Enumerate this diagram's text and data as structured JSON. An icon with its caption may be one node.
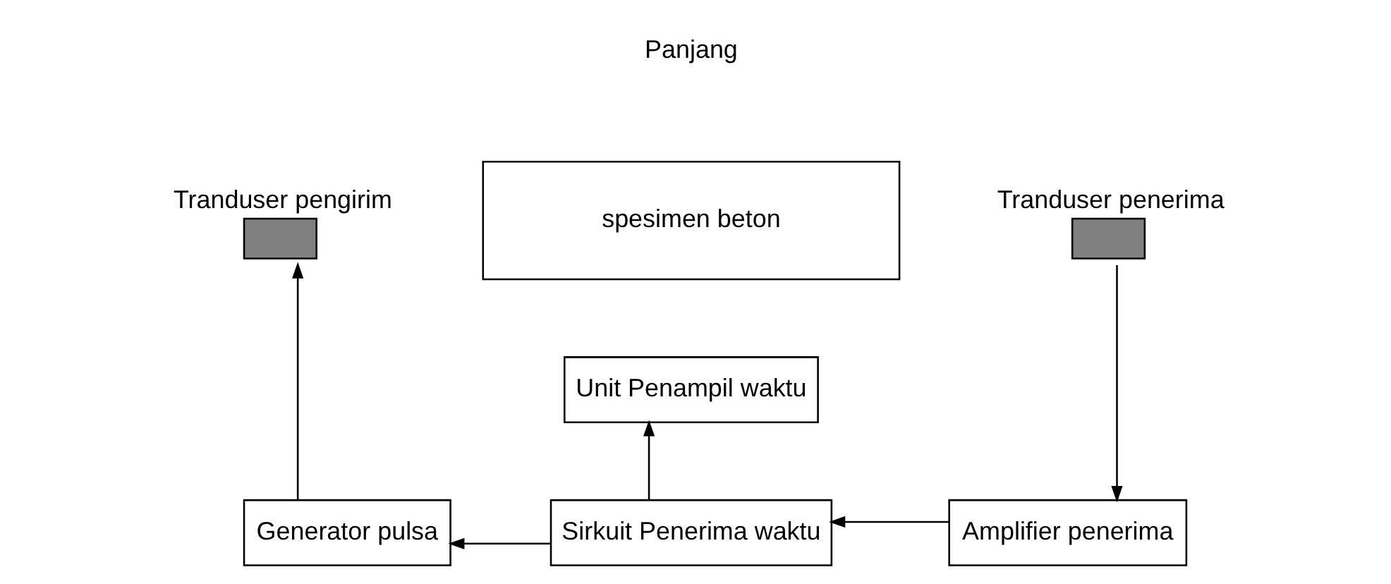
{
  "diagram": {
    "nodes": [
      {
        "text": [
          "Generator pulsa"
        ]
      },
      {
        "text": [
          "Tranduser pengirim"
        ]
      },
      {
        "text": [
          "spesimen beton"
        ]
      },
      {
        "text": [
          "Tranduser penerima"
        ]
      },
      {
        "text": [
          "Amplifier penerima"
        ]
      },
      {
        "text": [
          "Sirkuit Penerima waktu"
        ]
      },
      {
        "text": [
          "Unit Penampil waktu"
        ]
      }
    ],
    "edges": [
      {
        "from": 0,
        "to": 1,
        "arrow": "to"
      },
      {
        "from": 3,
        "to": 4,
        "arrow": "to"
      },
      {
        "from": 4,
        "to": 5,
        "arrow": "to"
      },
      {
        "from": 5,
        "to": 0,
        "arrow": "to"
      },
      {
        "from": 5,
        "to": 6,
        "arrow": "to"
      }
    ],
    "labels": [
      "Panjang"
    ]
  }
}
